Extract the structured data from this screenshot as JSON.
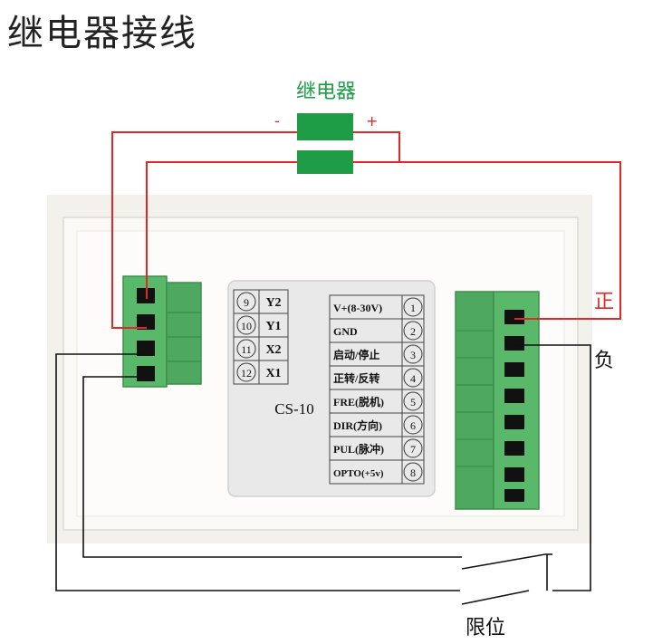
{
  "title": "继电器接线",
  "relay": {
    "label": "继电器",
    "minus": "-",
    "plus": "+",
    "coil_color": "#1e9c46",
    "label_color": "#1e9c46"
  },
  "wire_red": "#e32626",
  "wire_black": "#111111",
  "left_terminal": [
    {
      "num": "9",
      "name": "Y2"
    },
    {
      "num": "10",
      "name": "Y1"
    },
    {
      "num": "11",
      "name": "X2"
    },
    {
      "num": "12",
      "name": "X1"
    }
  ],
  "model": "CS-10",
  "right_terminal": [
    {
      "label": "V+(8-30V)",
      "num": "1"
    },
    {
      "label": "GND",
      "num": "2"
    },
    {
      "label": "启动/停止",
      "num": "3"
    },
    {
      "label": "正转/反转",
      "num": "4"
    },
    {
      "label": "FRE(脱机)",
      "num": "5"
    },
    {
      "label": "DIR(方向)",
      "num": "6"
    },
    {
      "label": "PUL(脉冲)",
      "num": "7"
    },
    {
      "label": "OPTO(+5v)",
      "num": "8"
    }
  ],
  "labels": {
    "positive": "正",
    "negative": "负",
    "limit": "限位"
  }
}
